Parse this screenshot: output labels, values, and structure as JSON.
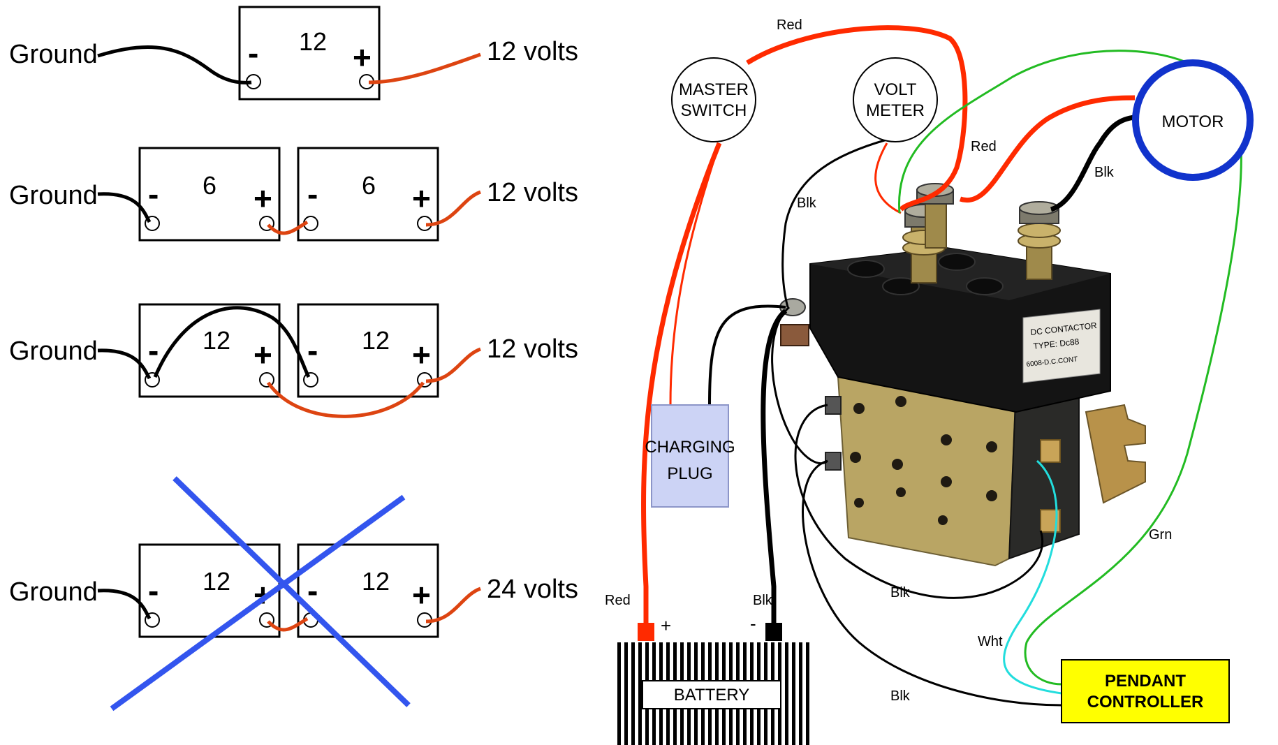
{
  "left_panel": {
    "rows": [
      {
        "ground": "Ground",
        "voltage": "12 volts",
        "batteries": [
          "12"
        ],
        "crossed_out": false
      },
      {
        "ground": "Ground",
        "voltage": "12 volts",
        "batteries": [
          "6",
          "6"
        ],
        "crossed_out": false
      },
      {
        "ground": "Ground",
        "voltage": "12 volts",
        "batteries": [
          "12",
          "12"
        ],
        "crossed_out": false
      },
      {
        "ground": "Ground",
        "voltage": "24 volts",
        "batteries": [
          "12",
          "12"
        ],
        "crossed_out": true
      }
    ],
    "minus_sign": "-",
    "plus_sign": "+"
  },
  "right_panel": {
    "master_switch": [
      "MASTER",
      "SWITCH"
    ],
    "volt_meter": [
      "VOLT",
      "METER"
    ],
    "motor": "MOTOR",
    "charging_plug": [
      "CHARGING",
      "PLUG"
    ],
    "battery": "BATTERY",
    "pendant_controller": [
      "PENDANT",
      "CONTROLLER"
    ],
    "contactor_plate": [
      "DC CONTACTOR",
      "TYPE: Dc88",
      "6008-D.C.CONT"
    ],
    "battery_plus": "+",
    "battery_minus": "-",
    "wire_labels": {
      "red_top": "Red",
      "red_motor": "Red",
      "blk_volt": "Blk",
      "blk_motor": "Blk",
      "blk_left": "Blk",
      "blk_mid": "Blk",
      "blk_bottom": "Blk",
      "red_battery": "Red",
      "grn": "Grn",
      "wht": "Wht"
    }
  },
  "colors": {
    "red_wire": "#ff2a00",
    "orange_wire": "#dd4411",
    "black_wire": "#000000",
    "green_wire": "#22bb22",
    "cyan_wire": "#22dddd",
    "motor_ring": "#1133cc",
    "cross": "#3355ee",
    "charging_plug_fill": "#ccd3f5",
    "pendant_fill": "#ffff00"
  }
}
